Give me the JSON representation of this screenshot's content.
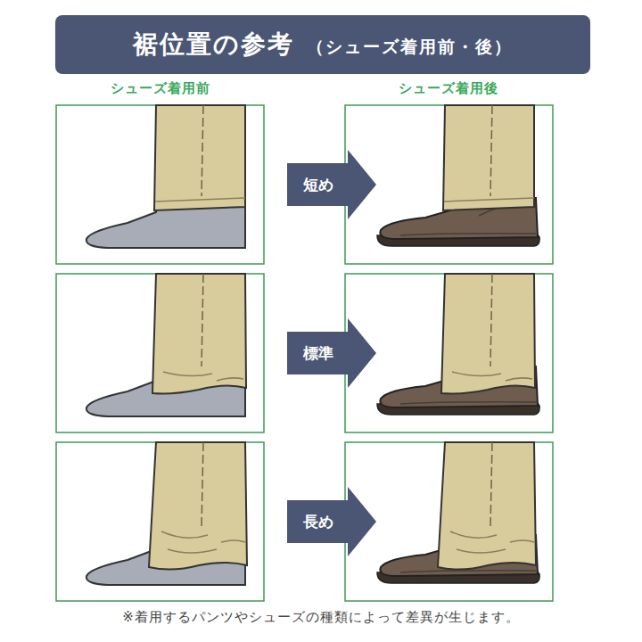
{
  "diagram": {
    "nodes": [
      {
        "text": [
          "裾位置の参考",
          "（シューズ着用前・後）"
        ]
      },
      {
        "text": [
          "短め"
        ]
      },
      {
        "text": [
          "標準"
        ]
      },
      {
        "text": [
          "長め"
        ]
      }
    ],
    "labels": [
      "シューズ着用前",
      "シューズ着用後",
      "※着用するパンツやシューズの種類によって差異が生じます。"
    ]
  }
}
